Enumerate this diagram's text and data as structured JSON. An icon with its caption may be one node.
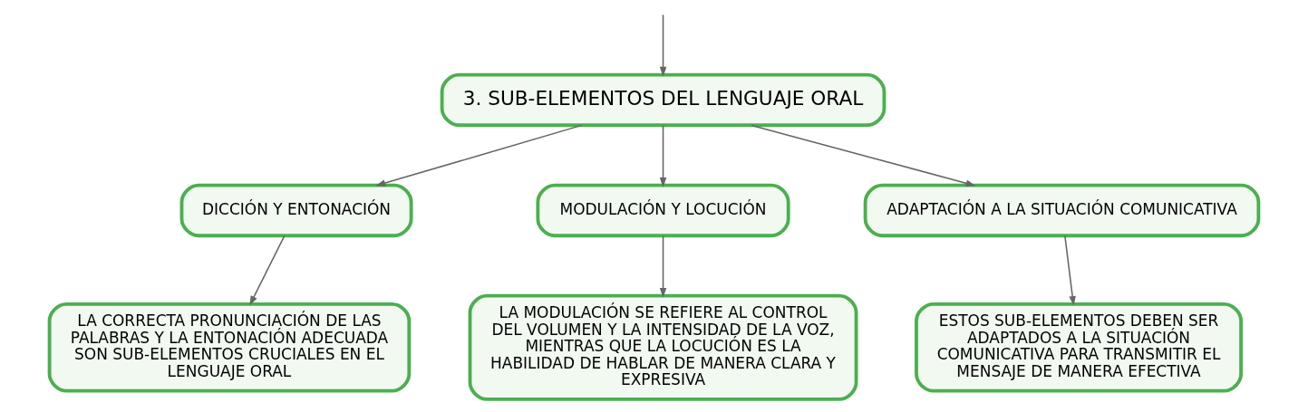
{
  "diagram": {
    "nodes": [
      {
        "text": [
          "3. SUB-ELEMENTOS DEL LENGUAJE ORAL"
        ]
      },
      {
        "text": [
          "DICCIÓN Y ENTONACIÓN"
        ]
      },
      {
        "text": [
          "MODULACIÓN Y LOCUCIÓN"
        ]
      },
      {
        "text": [
          "ADAPTACIÓN A LA SITUACIÓN COMUNICATIVA"
        ]
      },
      {
        "text": [
          "LA CORRECTA PRONUNCIACIÓN DE LAS PALABRAS Y LA ENTONACIÓN ADECUADA SON SUB-ELEMENTOS CRUCIALES EN EL LENGUAJE ORAL"
        ]
      },
      {
        "text": [
          "LA MODULACIÓN SE REFIERE AL CONTROL DEL VOLUMEN Y LA INTENSIDAD DE LA VOZ, MIENTRAS QUE LA LOCUCIÓN ES LA HABILIDAD DE HABLAR DE MANERA CLARA Y EXPRESIVA"
        ]
      },
      {
        "text": [
          "ESTOS SUB-ELEMENTOS DEBEN SER ADAPTADOS A LA SITUACIÓN COMUNICATIVA PARA TRANSMITIR EL MENSAJE DE MANERA EFECTIVA"
        ]
      }
    ],
    "edges": [
      {
        "from": null,
        "to": 0,
        "arrow": "to"
      },
      {
        "from": 0,
        "to": 1,
        "arrow": "to"
      },
      {
        "from": 0,
        "to": 2,
        "arrow": "to"
      },
      {
        "from": 0,
        "to": 3,
        "arrow": "to"
      },
      {
        "from": 1,
        "to": 4,
        "arrow": "to"
      },
      {
        "from": 2,
        "to": 5,
        "arrow": "to"
      },
      {
        "from": 3,
        "to": 6,
        "arrow": "to"
      }
    ]
  }
}
